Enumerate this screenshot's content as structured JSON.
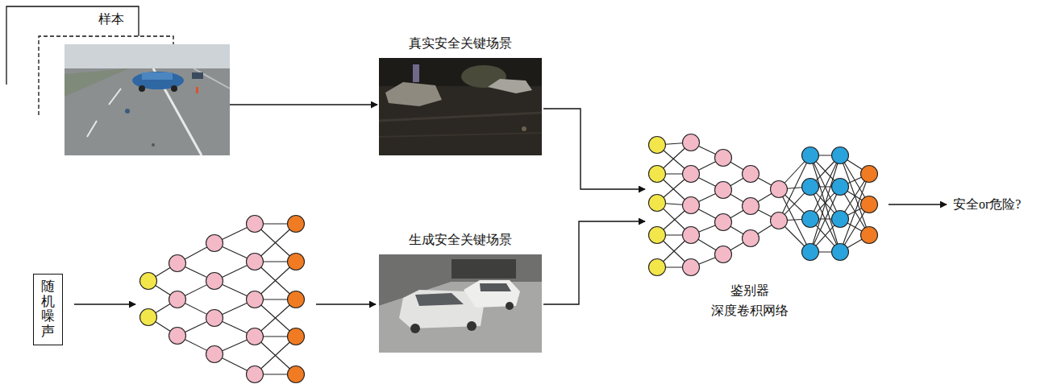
{
  "diagram": {
    "nodes": [
      {
        "text": [
          "样本"
        ]
      },
      {
        "text": [
          "真实安全关键场景"
        ]
      },
      {
        "text": [
          "随机噪声"
        ]
      },
      {
        "text": [
          "生成安全关键场景"
        ]
      },
      {
        "text": [
          "鉴别器 深度卷积网络"
        ]
      }
    ],
    "edges": [
      {
        "from": 0,
        "to": 1,
        "arrow": "to"
      },
      {
        "from": 1,
        "to": 4,
        "arrow": "to"
      },
      {
        "from": 3,
        "to": 4,
        "arrow": "to"
      }
    ],
    "labels": [
      "安全or危险?"
    ]
  }
}
